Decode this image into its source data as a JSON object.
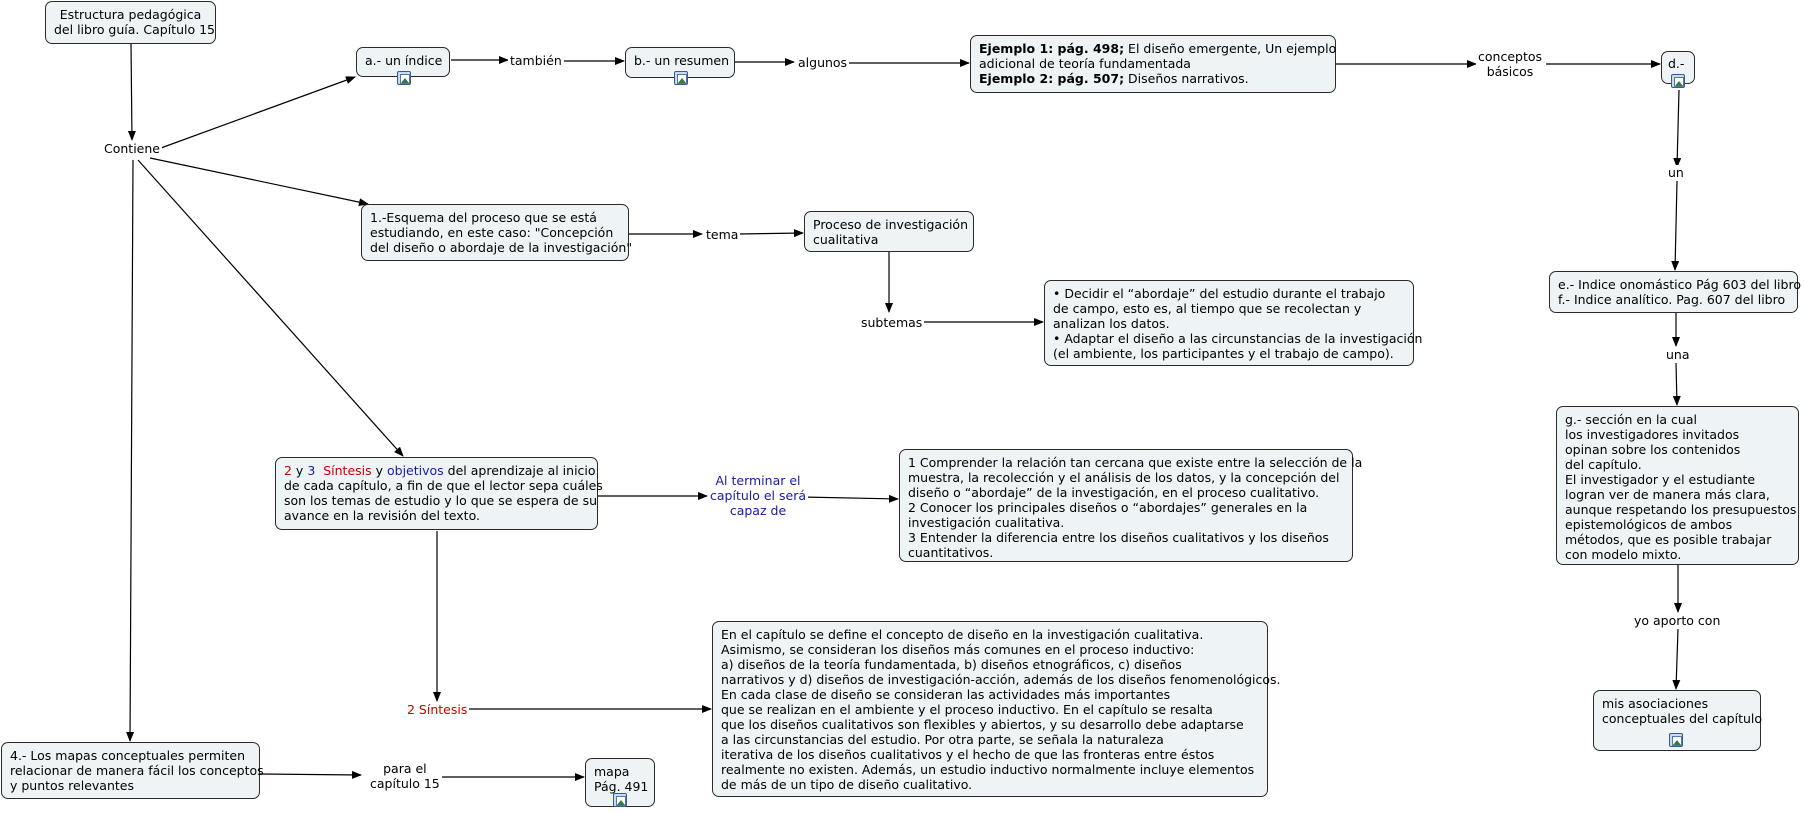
{
  "nodes": {
    "estructura": [
      "Estructura pedagógica",
      "del libro guía. Capítulo 15"
    ],
    "indice": "a.- un índice",
    "resumen": "b.- un resumen",
    "ejemplos": {
      "ej1_bold": "Ejemplo 1: pág. 498;",
      "ej1_rest": " El diseño emergente, Un ejemplo",
      "ej1_line2": "adicional de teoría fundamentada",
      "ej2_bold": "Ejemplo 2: pág. 507;",
      "ej2_rest": " Diseños narrativos."
    },
    "d": "d.-",
    "esquema": [
      "1.-Esquema del proceso que se está",
      "estudiando, en este caso: \"Concepción",
      "del diseño o abordaje de la investigación\""
    ],
    "proceso": [
      "Proceso de investigación",
      "cualitativa"
    ],
    "subtemas_box": [
      "• Decidir el “abordaje” del estudio durante el trabajo",
      "de campo, esto es, al tiempo que se recolectan y",
      "analizan los datos.",
      "• Adaptar el diseño a las circunstancias de la investigación",
      "(el ambiente, los participantes y el trabajo de campo)."
    ],
    "indices": [
      "e.- Indice onomástico Pág 603 del libro",
      "f.- Indice analítico. Pag. 607 del libro"
    ],
    "seccion": [
      "g.- sección en la cual",
      "los investigadores invitados",
      "opinan sobre los contenidos",
      "del capítulo.",
      "El investigador y el estudiante",
      "logran ver de manera más clara,",
      "aunque respetando los presupuestos",
      "epistemológicos de ambos",
      "métodos, que es posible trabajar",
      "con modelo mixto."
    ],
    "sintesis": {
      "n2": "2",
      "y1": " y ",
      "n3": "3",
      "sint": "  Síntesis",
      "y2": " y ",
      "obj": "objetivos",
      "rest1": " del aprendizaje al inicio",
      "lines": [
        "de cada capítulo, a fin de que el lector sepa cuáles",
        "son los temas de estudio y lo que se espera de su",
        "avance en la revisión del texto."
      ]
    },
    "comprender": [
      "1 Comprender la relación tan cercana que existe entre la selección de la",
      "muestra, la recolección y el análisis de los datos, y la concepción del",
      "diseño o “abordaje” de la investigación, en el proceso cualitativo.",
      "2 Conocer los principales diseños o “abordajes” generales en la",
      "investigación cualitativa.",
      "3 Entender la diferencia entre los diseños cualitativos y los diseños",
      "cuantitativos."
    ],
    "capitulo": [
      "En el capítulo se define el concepto de diseño en la investigación cualitativa.",
      "Asimismo, se consideran los diseños más comunes en el proceso inductivo:",
      "a) diseños de la teoría fundamentada, b) diseños etnográficos, c) diseños",
      "narrativos y d) diseños de investigación-acción, además de los diseños fenomenológicos.",
      "En cada clase de diseño se consideran las actividades más importantes",
      "que se realizan en el ambiente y el proceso inductivo. En el capítulo se resalta",
      "que los diseños cualitativos son flexibles y abiertos, y su desarrollo debe adaptarse",
      "a las circunstancias del estudio. Por otra parte, se señala la naturaleza",
      "iterativa de los diseños cualitativos y el hecho de que las fronteras entre éstos",
      "realmente no existen. Además, un estudio inductivo normalmente incluye elementos",
      "de más de un tipo de diseño cualitativo."
    ],
    "mapas": [
      "4.- Los mapas conceptuales permiten",
      "relacionar de manera fácil los conceptos",
      "y puntos relevantes"
    ],
    "mapa": [
      "mapa",
      "Pág. 491"
    ],
    "asociaciones": [
      "mis asociaciones",
      "conceptuales del capítulo"
    ]
  },
  "links": {
    "contiene": "Contiene",
    "tambien": "también",
    "algunos": "algunos",
    "conceptos": [
      "conceptos",
      "básicos"
    ],
    "un": "un",
    "una": "una",
    "yo_aporto": "yo aporto con",
    "tema": "tema",
    "subtemas": "subtemas",
    "al_terminar": [
      "Al terminar el",
      "capítulo el será",
      "capaz de"
    ],
    "dos_sintesis": "2 Síntesis",
    "para_el": [
      "para el",
      "capítulo 15"
    ]
  },
  "colors": {
    "node_fill": "#eef4f5",
    "node_border": "#2b2b2b",
    "red_text": "#cc0000",
    "blue_text": "#1a1aa6"
  },
  "icons": [
    "image-icon"
  ]
}
